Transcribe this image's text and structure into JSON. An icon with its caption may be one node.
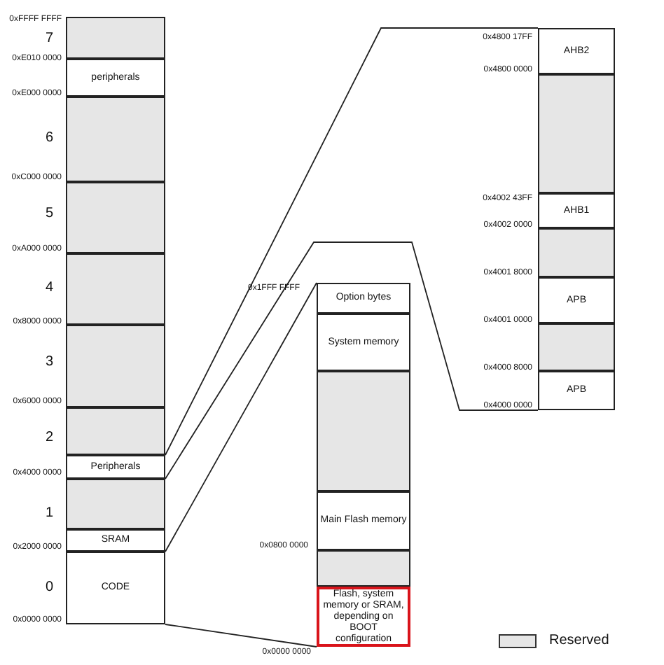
{
  "diagram": {
    "nodes": [
      {
        "text": [],
        "shape": "box"
      },
      {
        "text": [
          "peripherals"
        ]
      },
      {
        "text": [],
        "shape": "box"
      },
      {
        "text": [],
        "shape": "box"
      },
      {
        "text": [],
        "shape": "box"
      },
      {
        "text": [],
        "shape": "box"
      },
      {
        "text": [],
        "shape": "box"
      },
      {
        "text": [
          "Peripherals"
        ]
      },
      {
        "text": [],
        "shape": "box"
      },
      {
        "text": [
          "SRAM"
        ]
      },
      {
        "text": [
          "CODE"
        ]
      },
      {
        "text": [
          "Option bytes"
        ]
      },
      {
        "text": [
          "System memory"
        ]
      },
      {
        "text": [],
        "shape": "box"
      },
      {
        "text": [
          "Main Flash memory"
        ]
      },
      {
        "text": [],
        "shape": "box"
      },
      {
        "text": [
          "Flash, system memory or SRAM, depending on BOOT configuration"
        ]
      },
      {
        "text": [
          "AHB2"
        ]
      },
      {
        "text": [],
        "shape": "box"
      },
      {
        "text": [
          "AHB1"
        ]
      },
      {
        "text": [],
        "shape": "box"
      },
      {
        "text": [
          "APB"
        ]
      },
      {
        "text": [],
        "shape": "box"
      },
      {
        "text": [
          "APB"
        ]
      }
    ],
    "edges": [
      {
        "from": 7,
        "to": 17,
        "arrow": "none"
      },
      {
        "from": 7,
        "to": 23,
        "arrow": "none"
      },
      {
        "from": 10,
        "to": 11,
        "arrow": "none"
      },
      {
        "from": 10,
        "to": 16,
        "arrow": "none"
      }
    ],
    "labels": [
      "0xFFFF FFFF",
      "7",
      "0xE010 0000",
      "0xE000 0000",
      "6",
      "0xC000 0000",
      "5",
      "0xA000 0000",
      "4",
      "0x8000 0000",
      "3",
      "0x6000 0000",
      "2",
      "0x4000 0000",
      "1",
      "0x2000 0000",
      "0",
      "0x0000 0000",
      "0x1FFF FFFF",
      "0x0800 0000",
      "0x0000 0000",
      "0x4800 17FF",
      "0x4800 0000",
      "0x4002 43FF",
      "0x4002 0000",
      "0x4001 8000",
      "0x4001 0000",
      "0x4000 8000",
      "0x4000 0000"
    ],
    "legend": [
      {
        "text": "Reserved",
        "color": "#e6e6e6"
      }
    ]
  }
}
